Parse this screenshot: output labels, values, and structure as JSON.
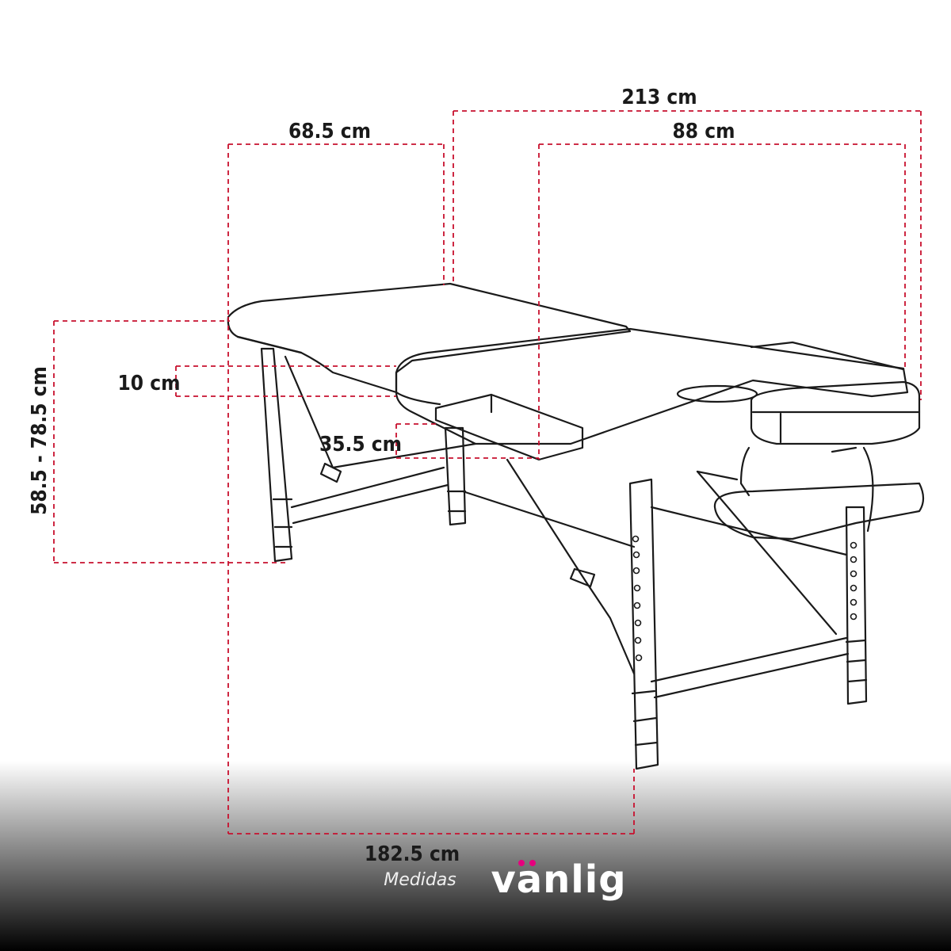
{
  "dimensions": {
    "total_length": "213 cm",
    "top_section_width": "68.5 cm",
    "headrest_section": "88 cm",
    "thickness": "10 cm",
    "armrest_height": "35.5 cm",
    "height_range": "58.5 - 78.5 cm",
    "length_base": "182.5 cm"
  },
  "caption": "Medidas",
  "brand": "vanlig",
  "colors": {
    "dimension_line": "#c8102e",
    "outline": "#1a1a1a",
    "brand_accent": "#e6007e"
  }
}
